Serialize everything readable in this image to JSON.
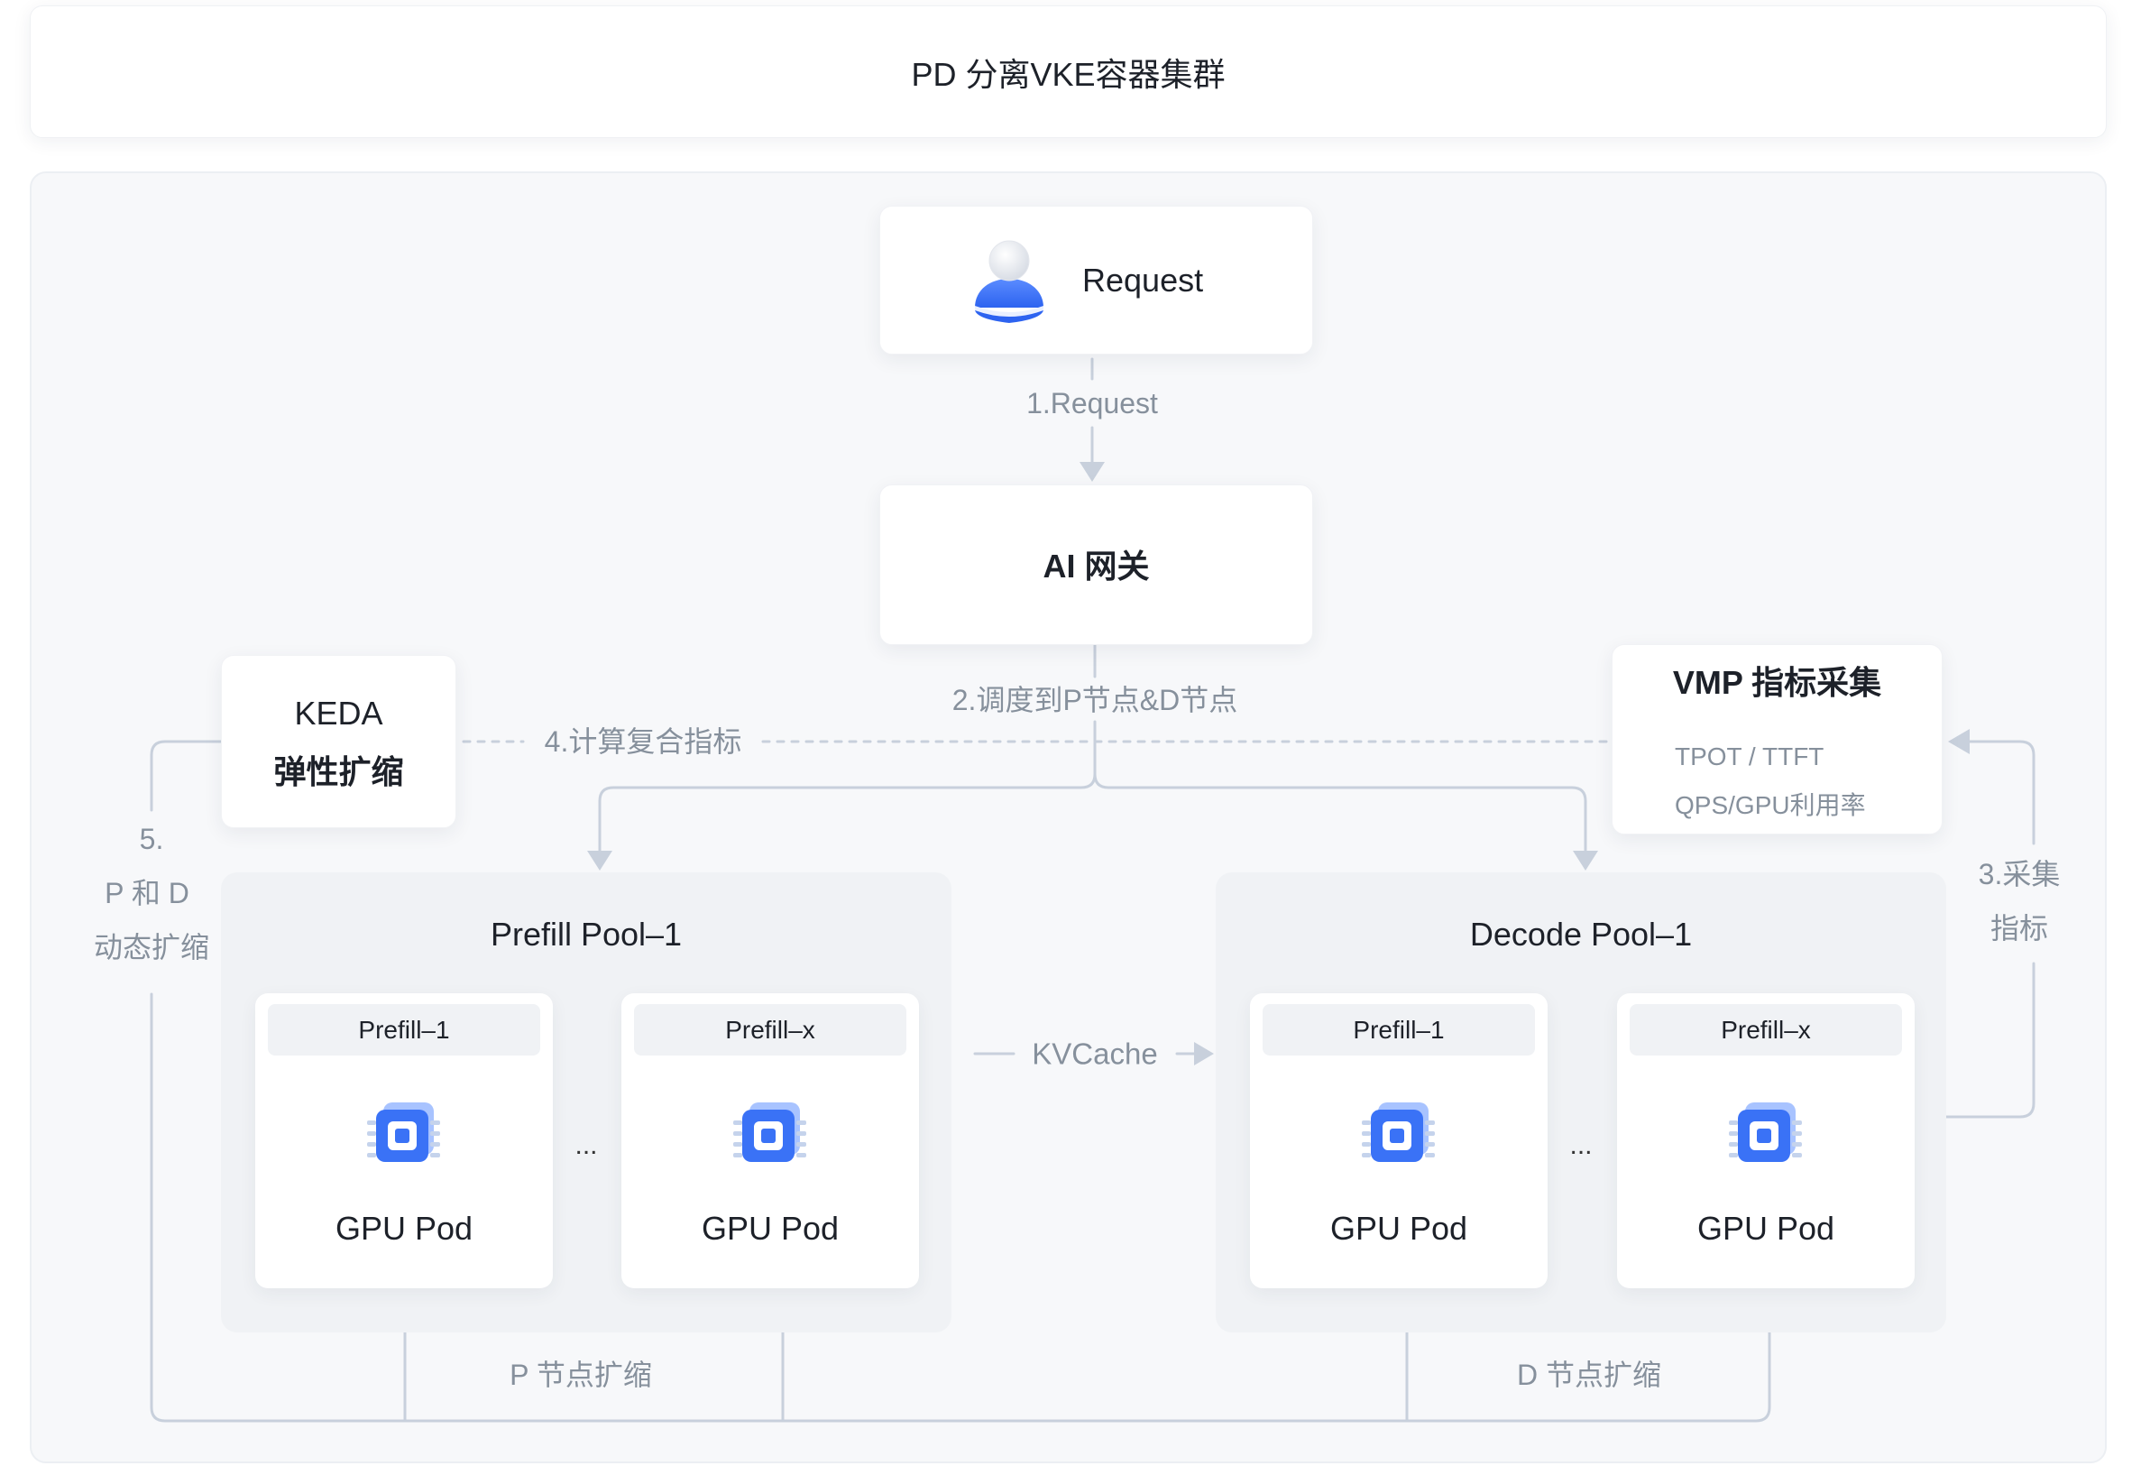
{
  "header": {
    "title": "PD 分离VKE容器集群"
  },
  "request": {
    "label": "Request",
    "icon": "user-icon"
  },
  "gateway": {
    "label": "AI 网关"
  },
  "keda": {
    "name": "KEDA",
    "subtitle": "弹性扩缩"
  },
  "vmp": {
    "title": "VMP 指标采集",
    "metrics": [
      "TPOT / TTFT",
      "QPS/GPU利用率"
    ]
  },
  "pools": [
    {
      "title": "Prefill Pool–1",
      "ellipsis": "...",
      "pods": [
        {
          "name": "Prefill–1",
          "type": "GPU Pod",
          "icon": "chip-icon"
        },
        {
          "name": "Prefill–x",
          "type": "GPU Pod",
          "icon": "chip-icon"
        }
      ]
    },
    {
      "title": "Decode Pool–1",
      "ellipsis": "...",
      "pods": [
        {
          "name": "Prefill–1",
          "type": "GPU Pod",
          "icon": "chip-icon"
        },
        {
          "name": "Prefill–x",
          "type": "GPU Pod",
          "icon": "chip-icon"
        }
      ]
    }
  ],
  "edges": {
    "request_to_gateway": "1.Request",
    "gateway_to_pools": "2.调度到P节点&D节点",
    "collect_metrics": [
      "3.采集",
      "指标"
    ],
    "compute_metrics": "4.计算复合指标",
    "dynamic_scaling": [
      "5.",
      "P 和 D",
      "动态扩缩"
    ],
    "kvcache": "KVCache",
    "p_scaling": "P 节点扩缩",
    "d_scaling": "D 节点扩缩"
  },
  "colors": {
    "accent": "#3a72f6",
    "connector": "#c8d0dc",
    "label_text": "#86909c",
    "primary_text": "#1d2129",
    "container_bg": "#f7f8fa",
    "pool_bg": "#f0f2f5"
  }
}
